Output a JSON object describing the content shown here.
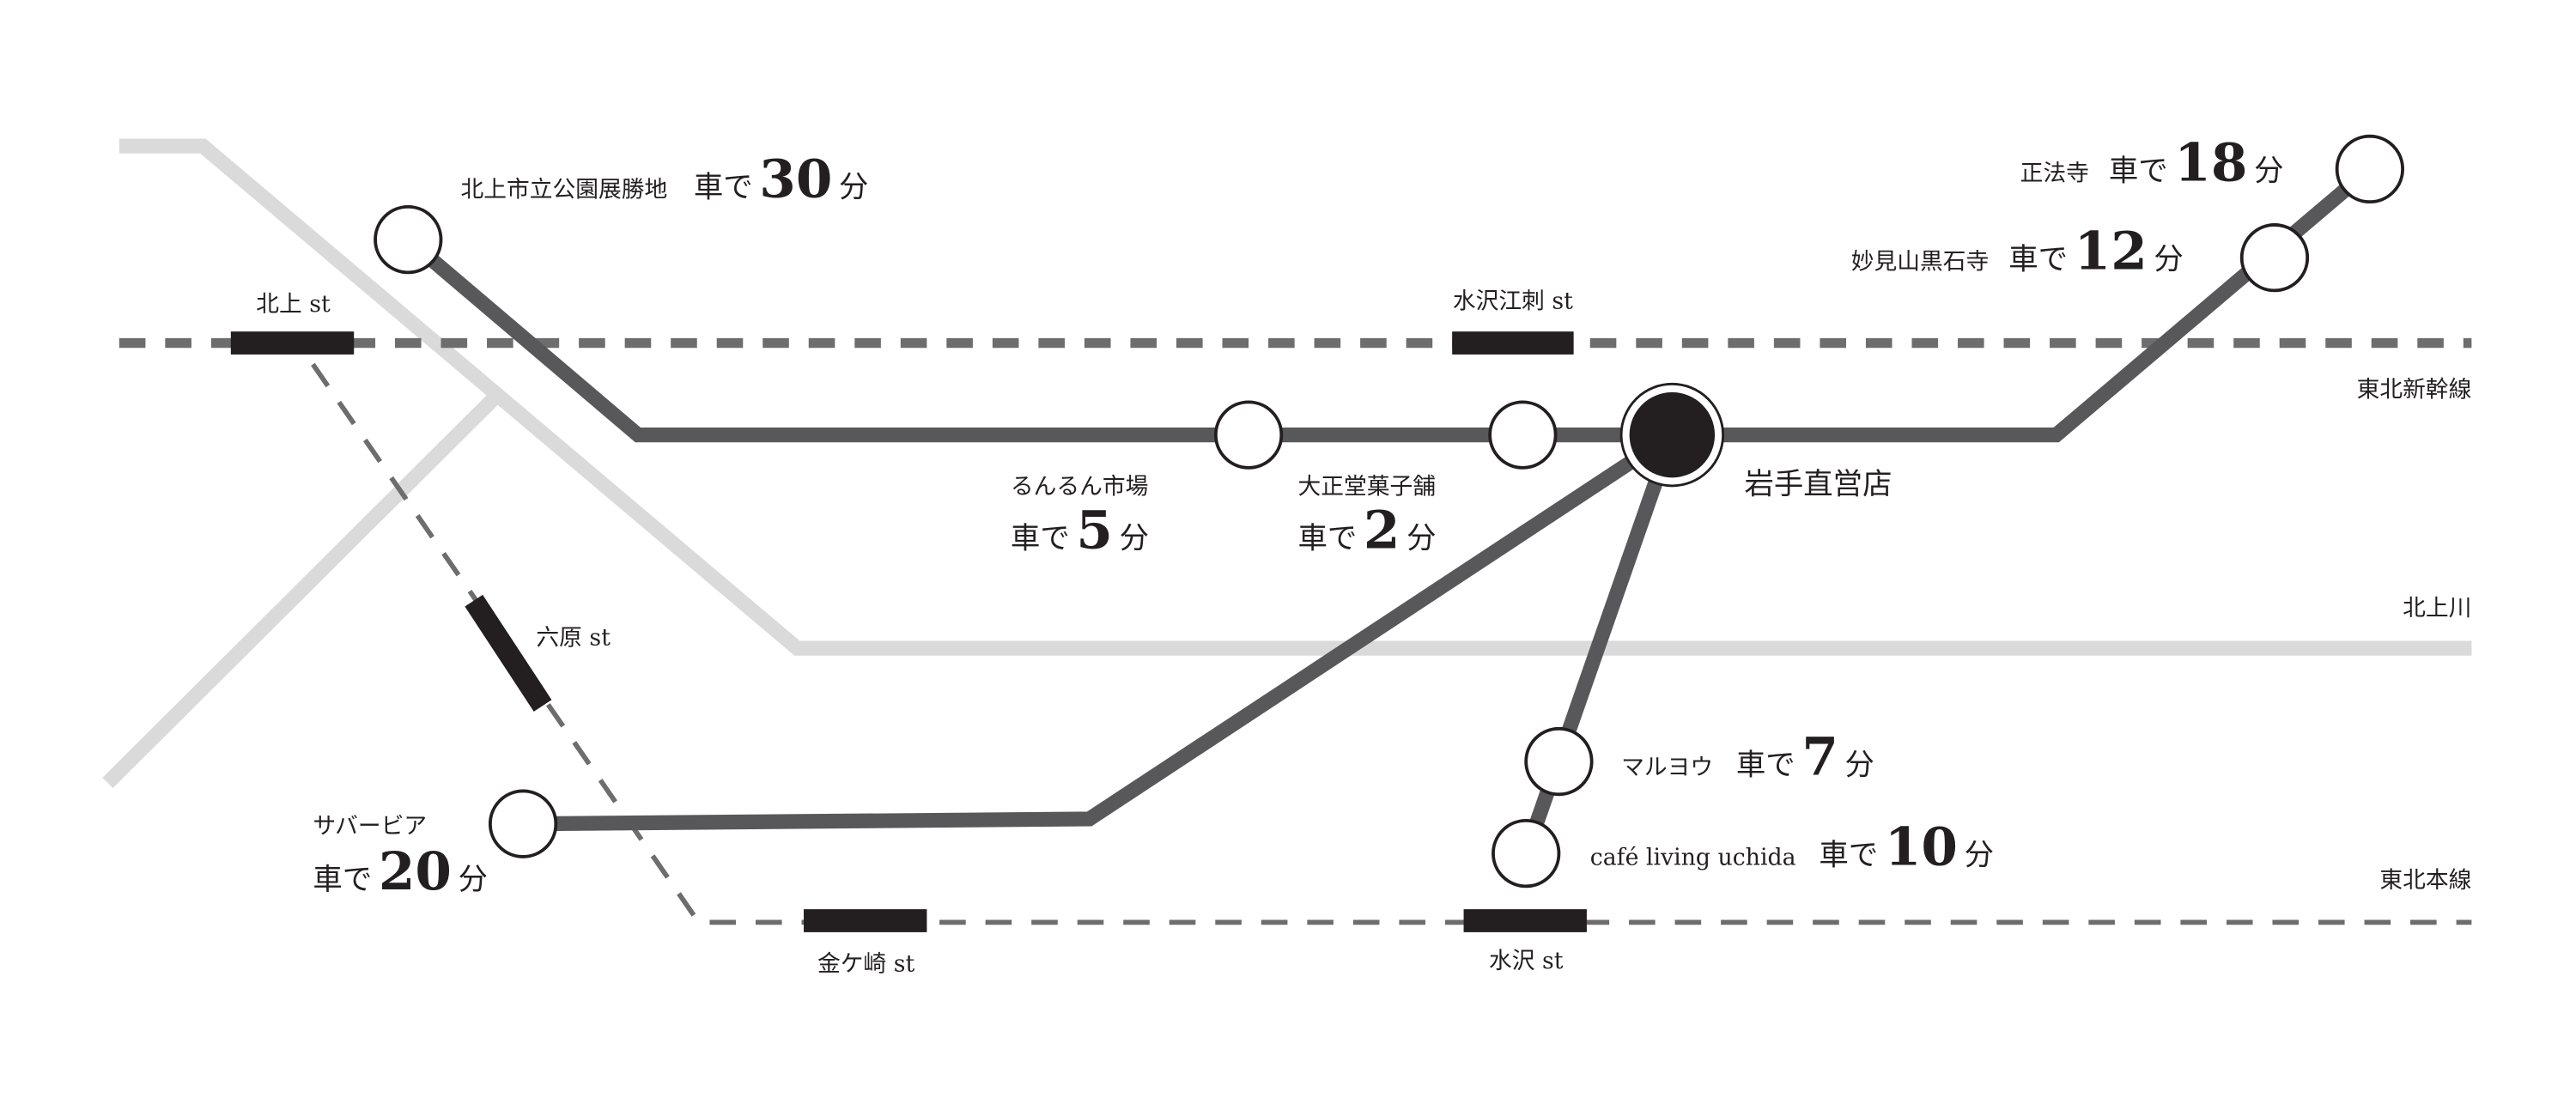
{
  "colors": {
    "route": "#58585a",
    "river": "#dadada",
    "rail": "#6d6d6d",
    "station": "#231f20"
  },
  "lines": {
    "shinkansen": "東北新幹線",
    "main_line": "東北本線",
    "river": "北上川"
  },
  "stations": {
    "kitakami": "北上 st",
    "mizusawa_esashi": "水沢江刺 st",
    "rokuhara": "六原 st",
    "kanegasaki": "金ケ崎 st",
    "mizusawa": "水沢 st"
  },
  "shop": {
    "name": "岩手直営店"
  },
  "destinations": {
    "tenshochi": {
      "name": "北上市立公園展勝地",
      "by": "車で",
      "minutes": "30",
      "unit": "分"
    },
    "shohoji": {
      "name": "正法寺",
      "by": "車で",
      "minutes": "18",
      "unit": "分"
    },
    "kokuseki": {
      "name": "妙見山黒石寺",
      "by": "車で",
      "minutes": "12",
      "unit": "分"
    },
    "runrun": {
      "name": "るんるん市場",
      "by": "車で",
      "minutes": "5",
      "unit": "分"
    },
    "taishodo": {
      "name": "大正堂菓子舗",
      "by": "車で",
      "minutes": "2",
      "unit": "分"
    },
    "maruyou": {
      "name": "マルヨウ",
      "by": "車で",
      "minutes": "7",
      "unit": "分"
    },
    "cafe": {
      "name": "café living uchida",
      "by": "車で",
      "minutes": "10",
      "unit": "分"
    },
    "suburbia": {
      "name": "サバービア",
      "by": "車で",
      "minutes": "20",
      "unit": "分"
    }
  }
}
